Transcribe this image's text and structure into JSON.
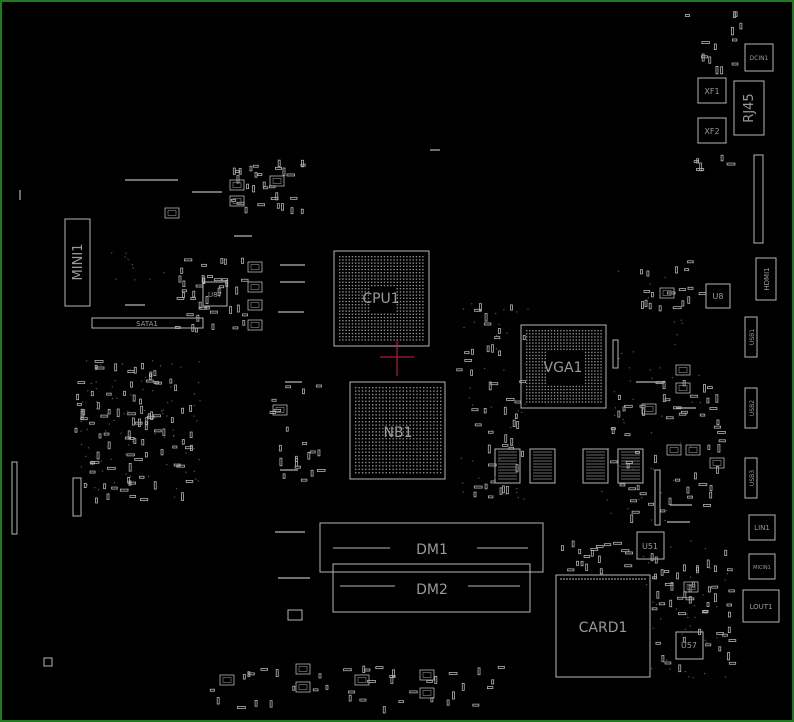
{
  "board": {
    "colors": {
      "background": "#000000",
      "border": "#1f7a1f",
      "outline": "#b5b5b5",
      "pad": "#8c8c8c",
      "label": "#9a9a9a",
      "via": "#2a6f5a",
      "marker": "#d0204a"
    }
  },
  "components": {
    "cpu": "CPU1",
    "nb": "NB1",
    "vga": "VGA1",
    "mini": "MINI1",
    "sata": "SATA1",
    "dm1": "DM1",
    "dm2": "DM2",
    "card": "CARD1",
    "rj45": "RJ45",
    "xf1": "XF1",
    "xf2": "XF2",
    "hdmi": "HDMI1",
    "dcin": "DCIN1",
    "lin": "LIN1",
    "mic": "MICIN1",
    "lout": "LOUT1",
    "usb1": "USB1",
    "usb2": "USB2",
    "usb3": "USB3",
    "u8": "U8",
    "u57": "U57",
    "u51": "U51",
    "u87": "U87"
  }
}
